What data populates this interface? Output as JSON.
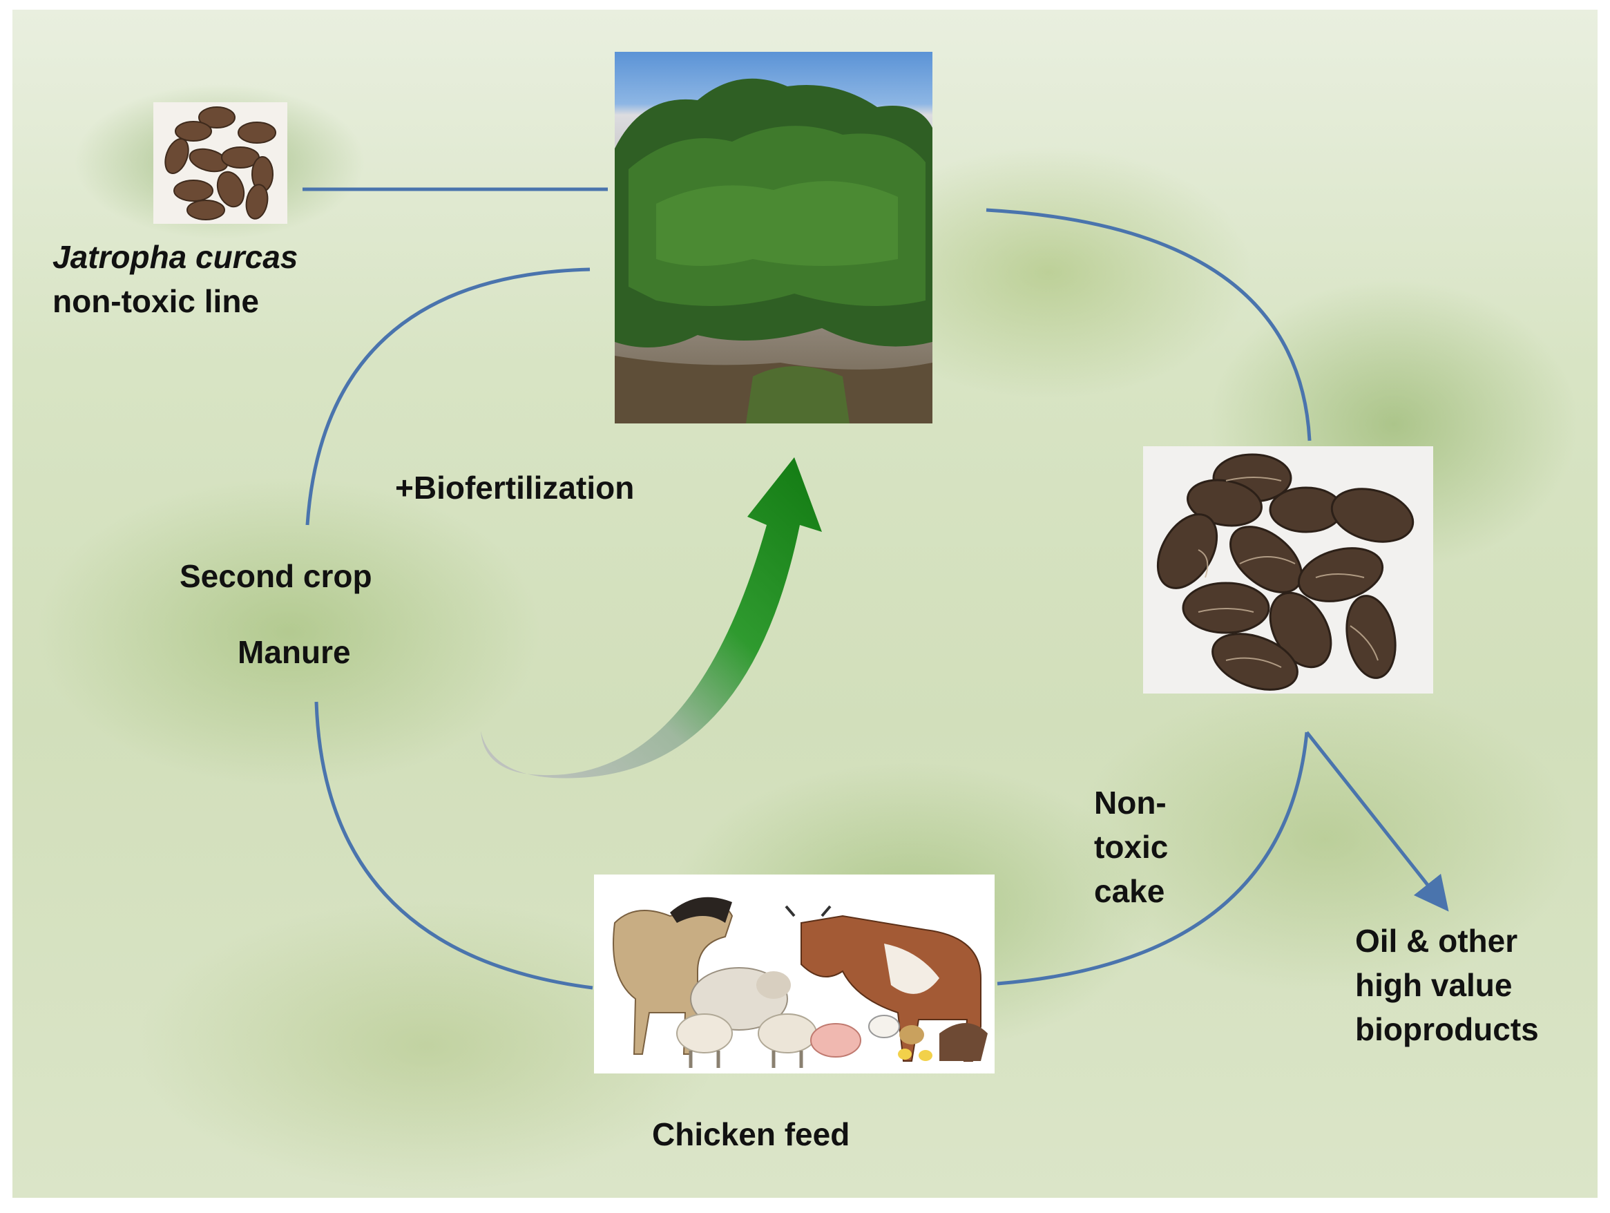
{
  "labels": {
    "species_name": "Jatropha curcas",
    "species_line": "non-toxic line",
    "biofertilization": "+Biofertilization",
    "second_crop": "Second crop",
    "manure": "Manure",
    "cake_1": "Non-",
    "cake_2": "toxic",
    "cake_3": "cake",
    "chicken_feed": "Chicken feed",
    "bioproducts_1": "Oil & other",
    "bioproducts_2": "high value",
    "bioproducts_3": "bioproducts"
  },
  "colors": {
    "cycle_arrow": "#4a74ad",
    "biofertilization_arrow": "#1e8a1e",
    "biofertilization_arrow_tail": "#b9b9b9"
  }
}
